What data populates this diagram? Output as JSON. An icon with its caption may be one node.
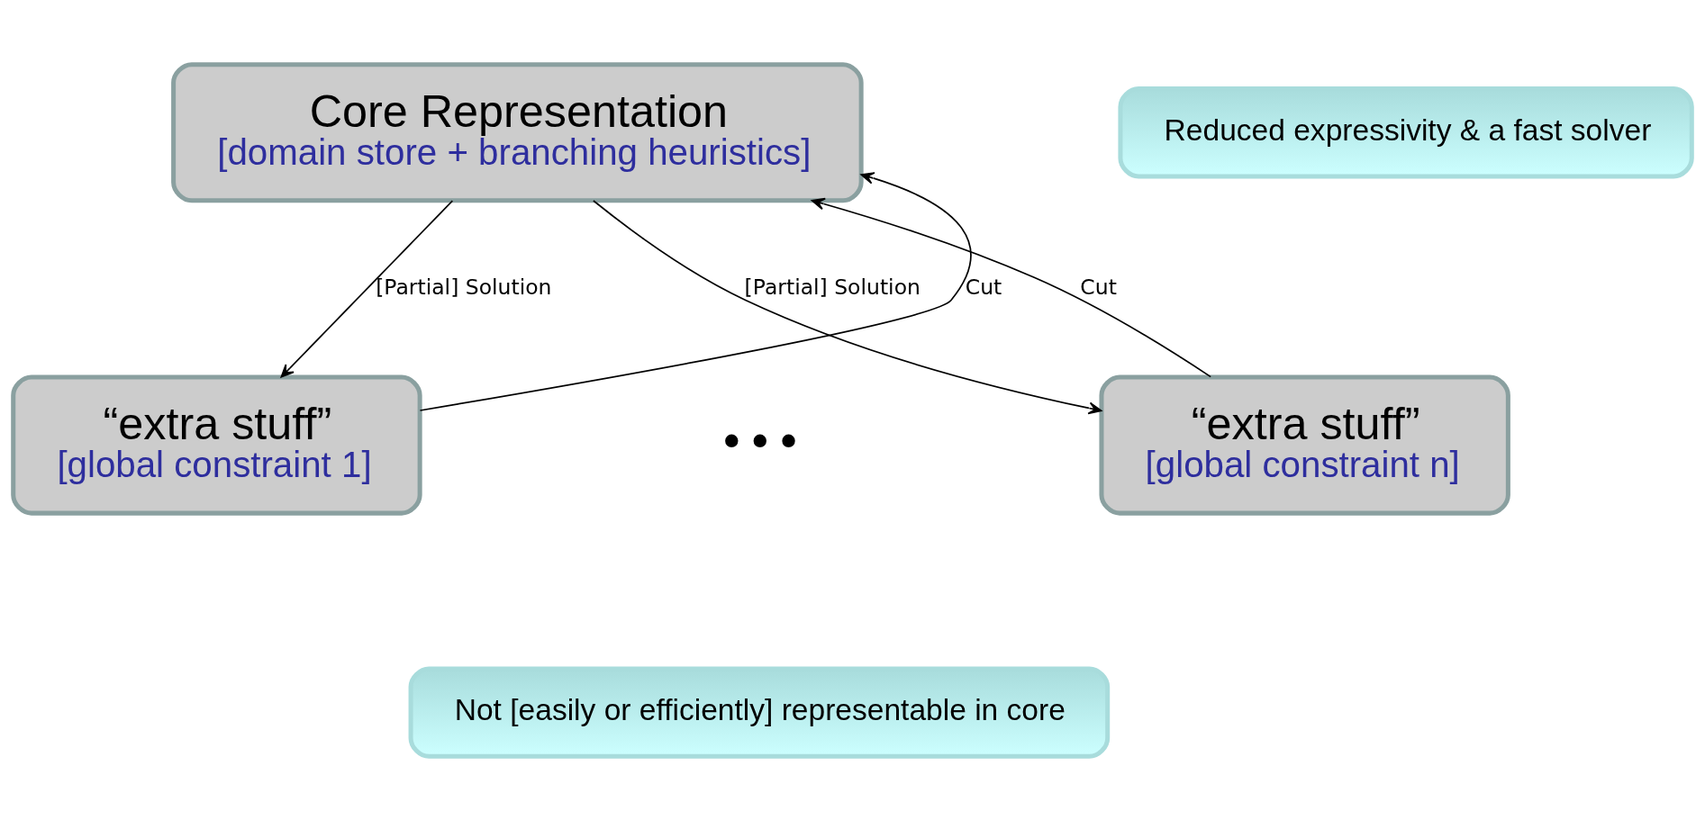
{
  "diagram": {
    "nodes": [
      {
        "text": [
          "Core Representation",
          "[domain store + branching heuristics]"
        ]
      },
      {
        "text": [
          "Reduced expressivity & a fast solver"
        ]
      },
      {
        "text": [
          "“extra stuff”",
          "[global constraint 1]"
        ]
      },
      {
        "text": [
          "“extra stuff”",
          "[global constraint n]"
        ]
      },
      {
        "text": [
          "Not [easily or efficiently] representable in core"
        ]
      }
    ],
    "edges": [
      {
        "from": 0,
        "to": 2,
        "arrow": "to",
        "label": "[Partial] Solution"
      },
      {
        "from": 0,
        "to": 3,
        "arrow": "to",
        "label": "[Partial] Solution"
      },
      {
        "from": 2,
        "to": 0,
        "arrow": "to",
        "label": "Cut"
      },
      {
        "from": 3,
        "to": 0,
        "arrow": "to",
        "label": "Cut"
      }
    ],
    "labels": [
      "• • •"
    ]
  }
}
